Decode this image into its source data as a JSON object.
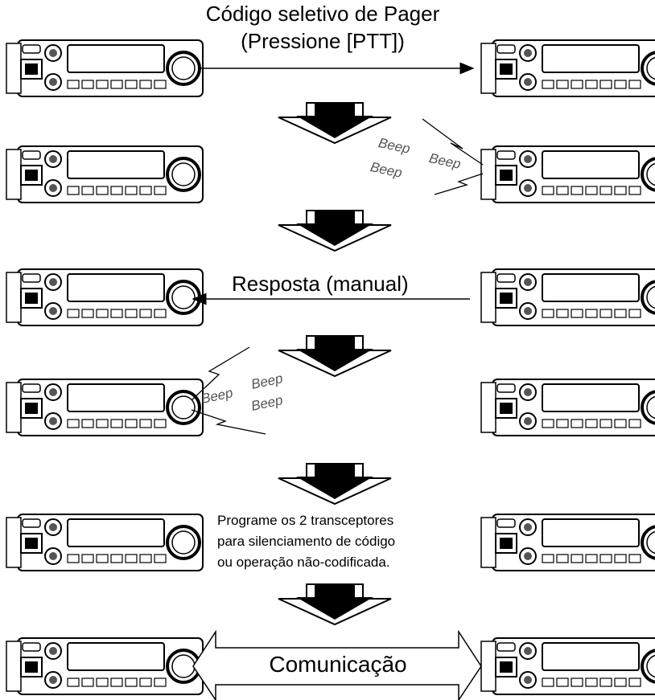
{
  "labels": {
    "pager_line1": "Código seletivo de Pager",
    "pager_line2": "(Pressione [PTT])",
    "response": "Resposta (manual)",
    "program_line1": "Programe os 2 transceptores",
    "program_line2": "para silenciamento de código",
    "program_line3": "ou operação não-codificada.",
    "communication": "Comunicação"
  },
  "beep": "Beep",
  "icons": {
    "radio": "transceiver-icon",
    "step_arrow": "down-arrow-icon",
    "signal": "lightning-signal-icon"
  },
  "colors": {
    "line": "#000000",
    "beep_text": "#555555",
    "background": "#ffffff"
  }
}
